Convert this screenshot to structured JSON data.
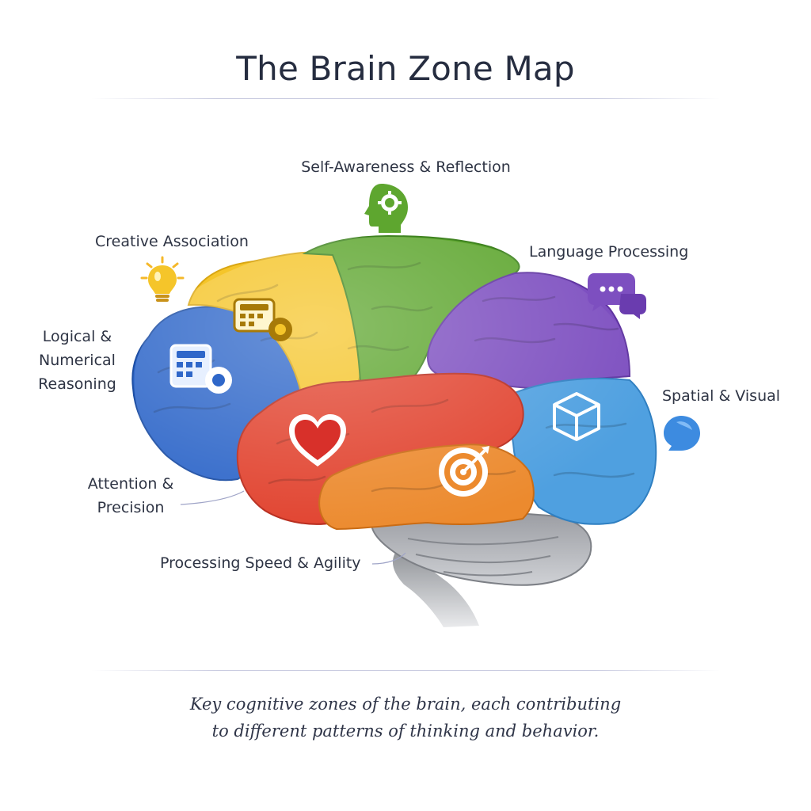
{
  "title": "The Brain Zone Map",
  "zones": {
    "self_awareness": {
      "label": "Self-Awareness & Reflection",
      "color": "#5ea62f",
      "icon": "head-gear-icon"
    },
    "creative": {
      "label": "Creative Association",
      "color": "#f5c52a",
      "icon": "lightbulb-icon"
    },
    "language": {
      "label": "Language Processing",
      "color": "#7d4fc0",
      "icon": "chat-bubbles-icon"
    },
    "logical": {
      "label_lines": [
        "Logical &",
        "Numerical",
        "Reasoning"
      ],
      "color": "#2f67c9",
      "icon": "calculator-gear-icon"
    },
    "spatial": {
      "label": "Spatial & Visual",
      "color": "#4fa0e0",
      "icon": "cube-icon"
    },
    "attention": {
      "label_lines": [
        "Attention &",
        "Precision"
      ],
      "color": "#ec8a2e",
      "icon": "target-icon"
    },
    "processing": {
      "label": "Processing Speed & Agility",
      "color": "#e1432f",
      "icon": "heart-icon"
    }
  },
  "caption": {
    "line1": "Key cognitive zones of the brain, each contributing",
    "line2": "to different patterns of thinking and behavior."
  }
}
